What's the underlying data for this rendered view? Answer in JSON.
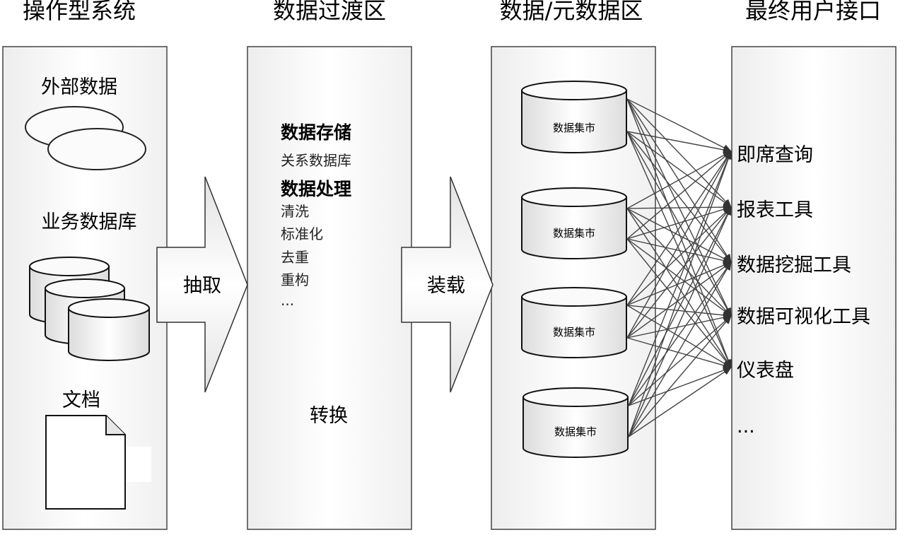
{
  "columns": {
    "operational": {
      "header": "操作型系统",
      "external_label": "外部数据",
      "business_db_label": "业务数据库",
      "document_label": "文档"
    },
    "staging": {
      "header": "数据过渡区",
      "storage_title": "数据存储",
      "storage_item": "关系数据库",
      "processing_title": "数据处理",
      "processing_items": [
        "清洗",
        "标准化",
        "去重",
        "重构",
        "..."
      ],
      "transform_label": "转换"
    },
    "metadata": {
      "header": "数据/元数据区",
      "marts": [
        "数据集市",
        "数据集市",
        "数据集市",
        "数据集市"
      ]
    },
    "end_user": {
      "header": "最终用户接口",
      "items": [
        "即席查询",
        "报表工具",
        "数据挖掘工具",
        "数据可视化工具",
        "仪表盘",
        "..."
      ]
    }
  },
  "flows": {
    "extract_label": "抽取",
    "load_label": "装载"
  }
}
